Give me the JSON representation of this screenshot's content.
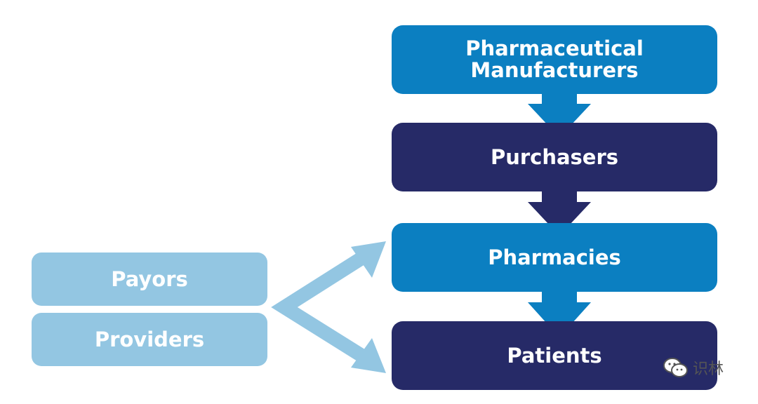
{
  "nodes": {
    "manufacturers": "Pharmaceutical\nManufacturers",
    "purchasers": "Purchasers",
    "pharmacies": "Pharmacies",
    "patients": "Patients",
    "payors": "Payors",
    "providers": "Providers"
  },
  "watermark": {
    "text": "识林",
    "icon": "wechat-icon"
  },
  "colors": {
    "mid_blue": "#0b7fc1",
    "dark_navy": "#262a67",
    "light_blue": "#93c6e2"
  }
}
